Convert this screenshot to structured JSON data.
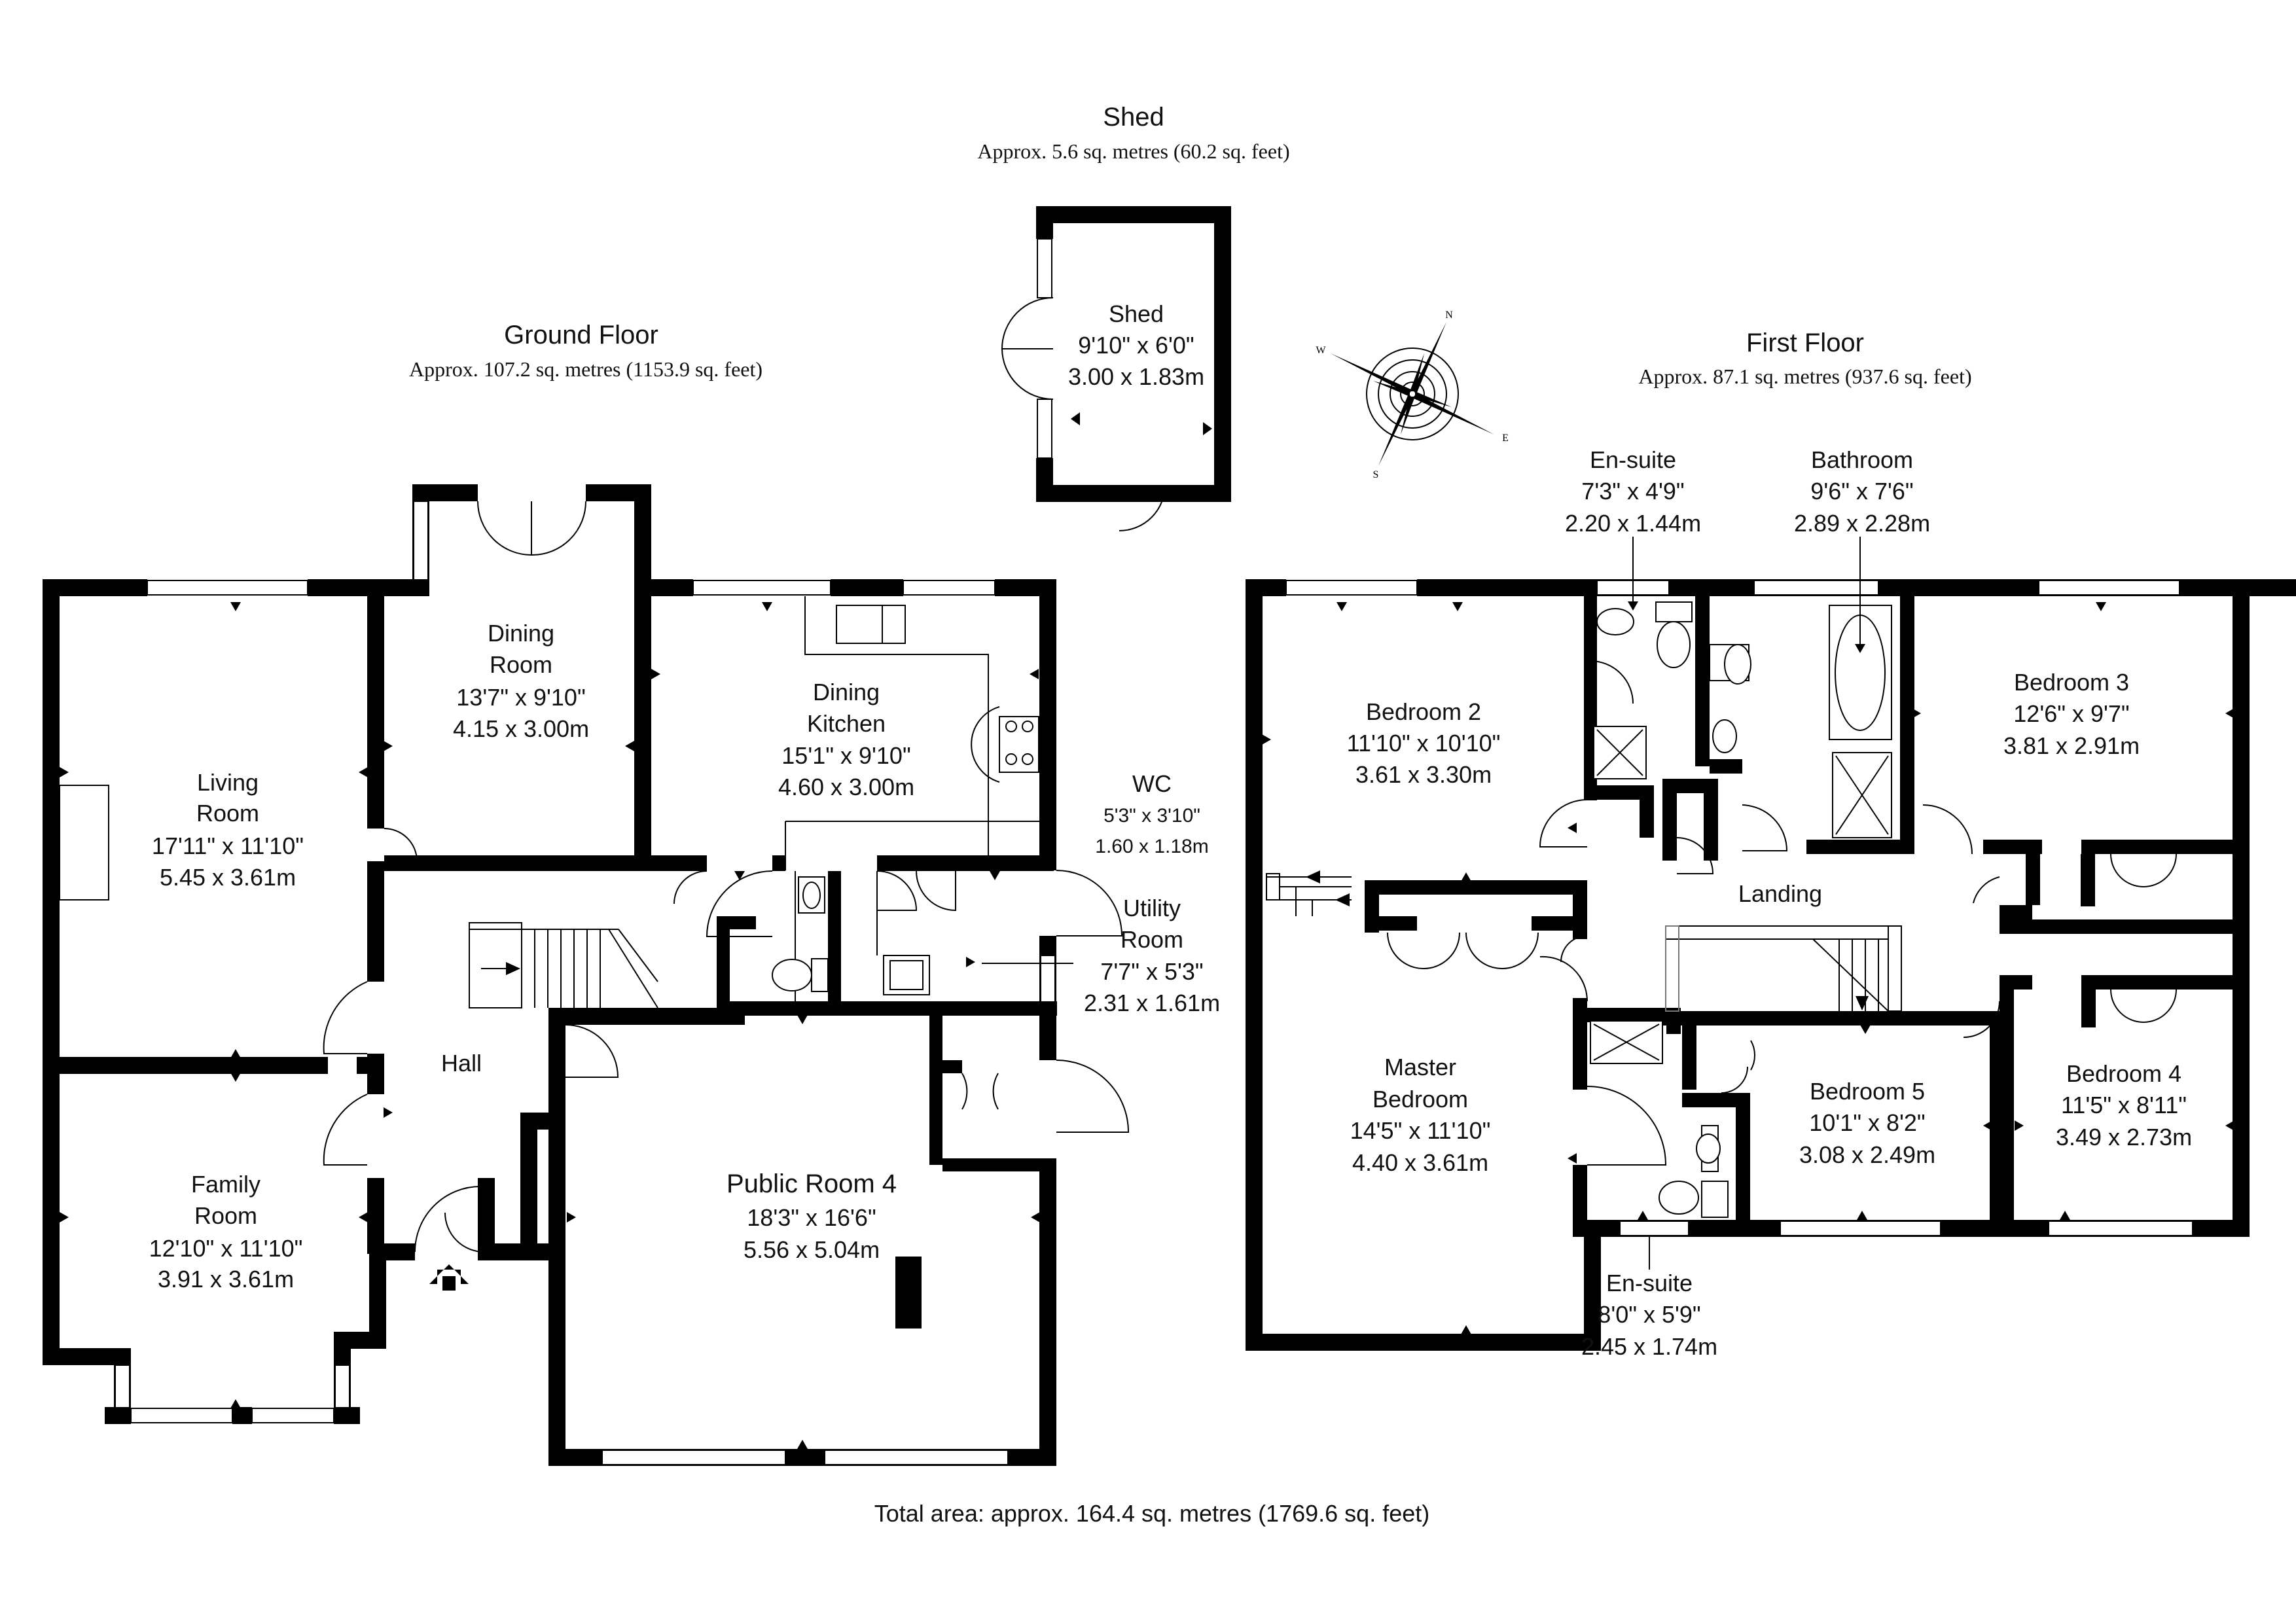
{
  "shed": {
    "heading": "Shed",
    "area": "Approx. 5.6 sq. metres (60.2 sq. feet)",
    "room": {
      "name": "Shed",
      "imperial": "9'10\" x 6'0\"",
      "metric": "3.00 x 1.83m"
    }
  },
  "ground_floor": {
    "heading": "Ground Floor",
    "area": "Approx. 107.2 sq. metres (1153.9 sq. feet)",
    "living_room": {
      "line1": "Living",
      "line2": "Room",
      "imperial": "17'11\" x 11'10\"",
      "metric": "5.45 x 3.61m"
    },
    "dining_room": {
      "line1": "Dining",
      "line2": "Room",
      "imperial": "13'7\" x 9'10\"",
      "metric": "4.15 x 3.00m"
    },
    "dining_kitchen": {
      "line1": "Dining",
      "line2": "Kitchen",
      "imperial": "15'1\" x 9'10\"",
      "metric": "4.60 x 3.00m"
    },
    "wc": {
      "name": "WC",
      "imperial": "5'3\" x 3'10\"",
      "metric": "1.60 x 1.18m"
    },
    "utility_room": {
      "line1": "Utility",
      "line2": "Room",
      "imperial": "7'7\" x 5'3\"",
      "metric": "2.31 x 1.61m"
    },
    "hall": {
      "name": "Hall"
    },
    "family_room": {
      "line1": "Family",
      "line2": "Room",
      "imperial": "12'10\" x 11'10\"",
      "metric": "3.91 x 3.61m"
    },
    "public_room_4": {
      "name": "Public Room 4",
      "imperial": "18'3\" x 16'6\"",
      "metric": "5.56 x 5.04m"
    }
  },
  "first_floor": {
    "heading": "First Floor",
    "area": "Approx. 87.1 sq. metres (937.6 sq. feet)",
    "ensuite_top": {
      "name": "En-suite",
      "imperial": "7'3\" x 4'9\"",
      "metric": "2.20 x 1.44m"
    },
    "bathroom": {
      "name": "Bathroom",
      "imperial": "9'6\" x 7'6\"",
      "metric": "2.89 x 2.28m"
    },
    "bedroom_2": {
      "name": "Bedroom 2",
      "imperial": "11'10\" x 10'10\"",
      "metric": "3.61 x 3.30m"
    },
    "bedroom_3": {
      "name": "Bedroom 3",
      "imperial": "12'6\" x 9'7\"",
      "metric": "3.81 x 2.91m"
    },
    "landing": {
      "name": "Landing"
    },
    "master_bedroom": {
      "line1": "Master",
      "line2": "Bedroom",
      "imperial": "14'5\" x 11'10\"",
      "metric": "4.40 x 3.61m"
    },
    "bedroom_5": {
      "name": "Bedroom 5",
      "imperial": "10'1\" x 8'2\"",
      "metric": "3.08 x 2.49m"
    },
    "bedroom_4": {
      "name": "Bedroom 4",
      "imperial": "11'5\" x 8'11\"",
      "metric": "3.49 x 2.73m"
    },
    "ensuite_bottom": {
      "name": "En-suite",
      "imperial": "8'0\" x 5'9\"",
      "metric": "2.45 x 1.74m"
    }
  },
  "compass": {
    "icon": "compass-rose-icon",
    "letters": [
      "N",
      "E",
      "S",
      "W"
    ]
  },
  "total": "Total area: approx. 164.4 sq. metres (1769.6 sq. feet)"
}
